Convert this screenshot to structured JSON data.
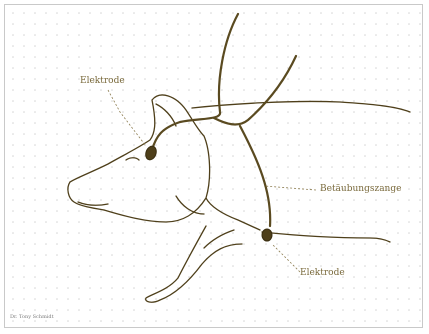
{
  "labels": {
    "top_electrode": "Elektrode",
    "clamp": "Betäubungszange",
    "bottom_electrode": "Elektrode"
  },
  "credit": "Dr. Tony Schmidt",
  "colors": {
    "outline": "#4e3f1a",
    "cable": "#5a4a20",
    "label_text": "#7a6a3c",
    "dots": "#d4d4d4",
    "frame": "#c9c9c9"
  }
}
